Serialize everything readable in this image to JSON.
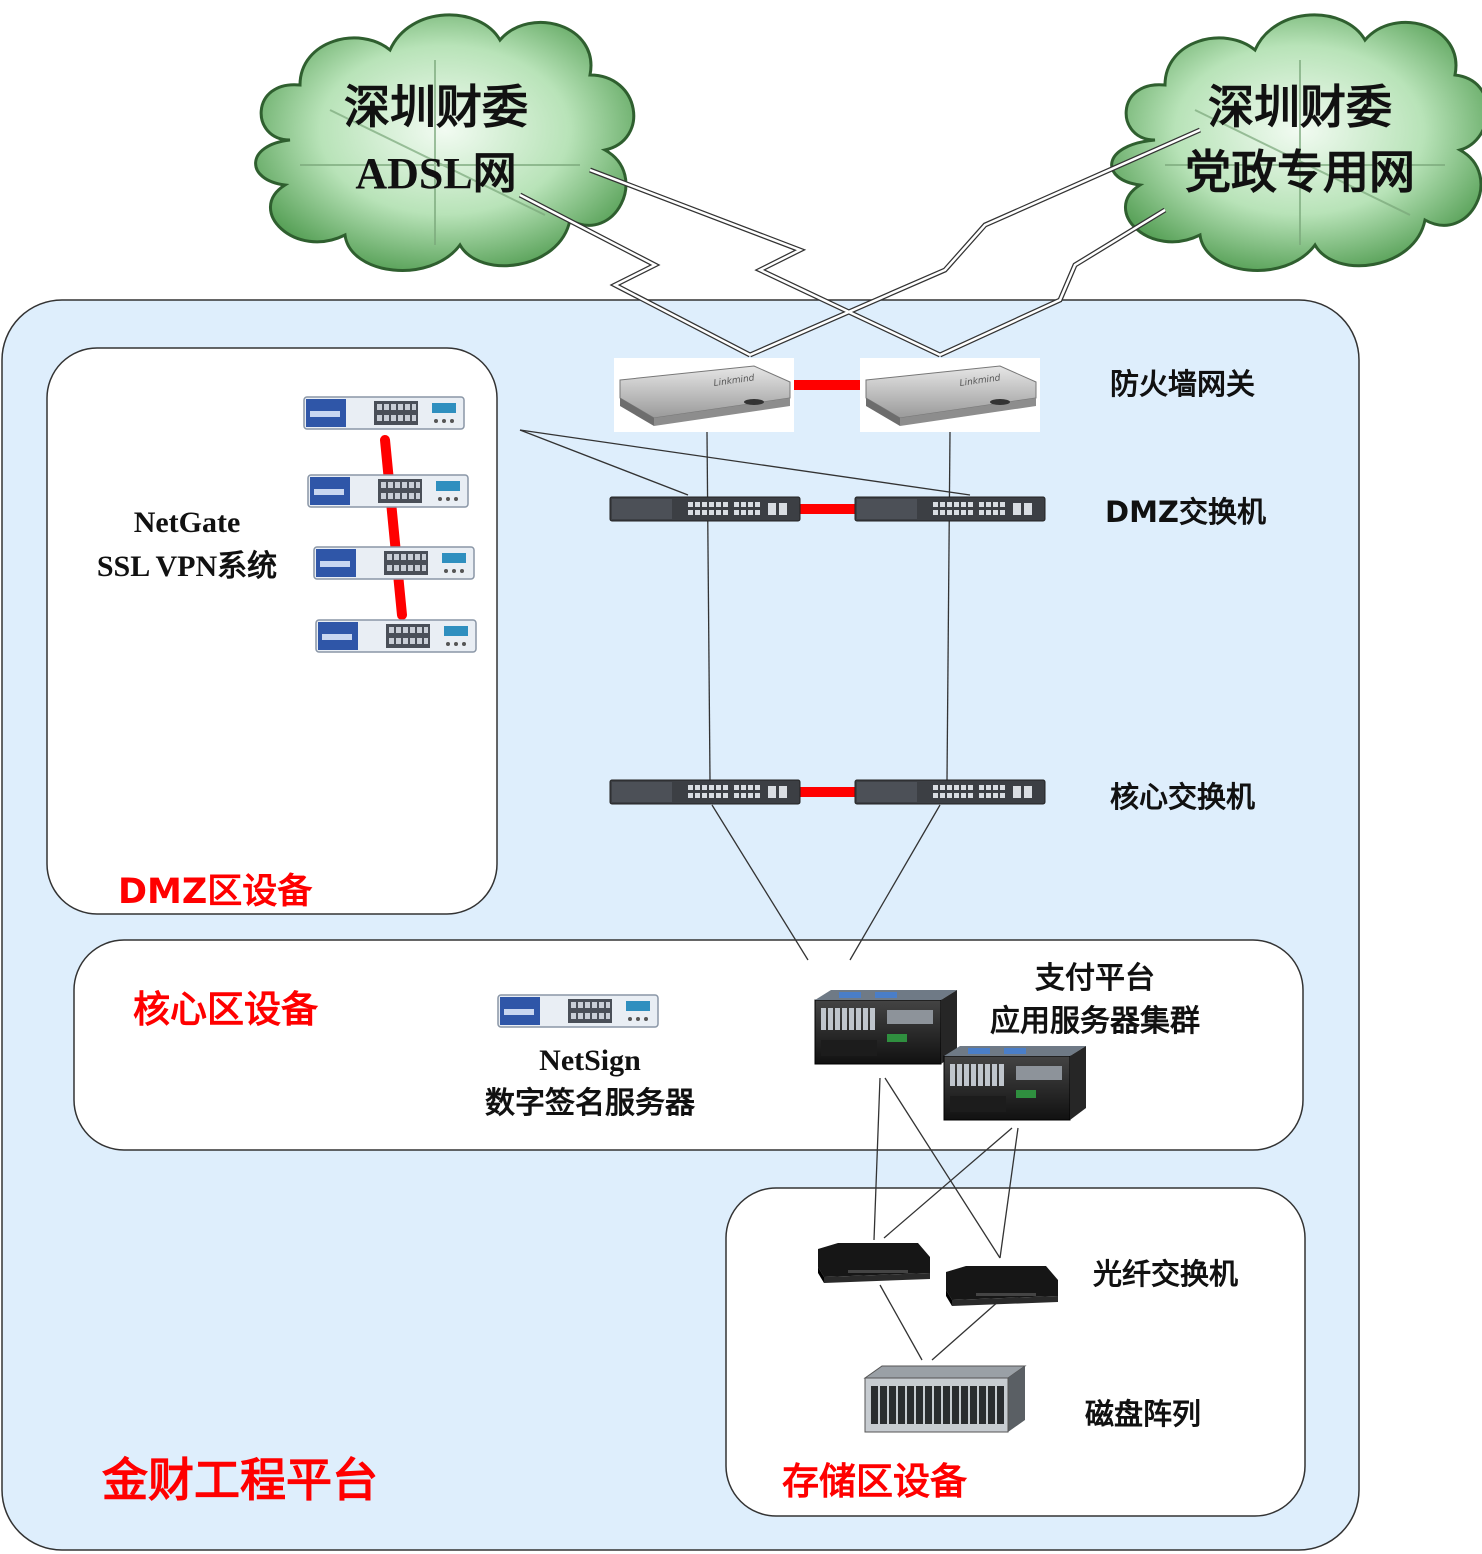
{
  "clouds": {
    "adsl": {
      "line1": "深圳财委",
      "line2": "ADSL网"
    },
    "party": {
      "line1": "深圳财委",
      "line2": "党政专用网"
    }
  },
  "labels": {
    "firewall": "防火墙网关",
    "dmz_switch": "DMZ交换机",
    "core_switch": "核心交换机",
    "netgate_line1": "NetGate",
    "netgate_line2": "SSL VPN系统",
    "dmz_zone": "DMZ区设备",
    "core_zone": "核心区设备",
    "netsign_line1": "NetSign",
    "netsign_line2": "数字签名服务器",
    "pay_line1": "支付平台",
    "pay_line2": "应用服务器集群",
    "fiber_switch": "光纤交换机",
    "disk_array": "磁盘阵列",
    "storage_zone": "存储区设备",
    "platform": "金财工程平台"
  },
  "colors": {
    "platform_fill": "#deeefc",
    "zone_fill": "#ffffff",
    "ha_link": "#ff0000",
    "zone_title": "#ff0000",
    "cloud_fill": "#8fd08f"
  }
}
